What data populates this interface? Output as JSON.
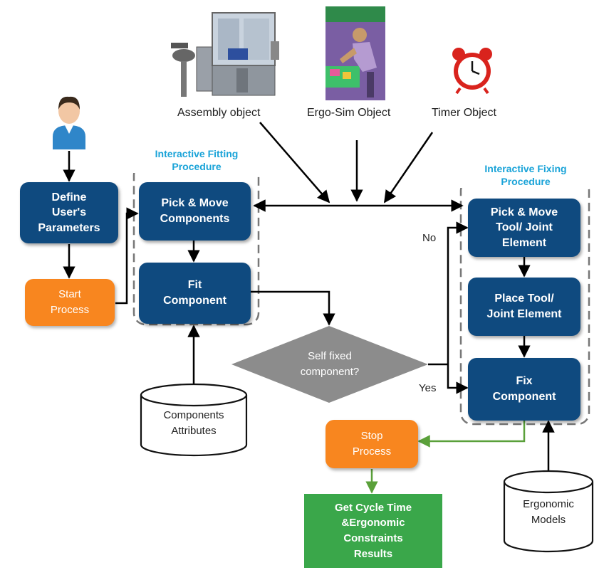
{
  "colors": {
    "process_box": "#0f4a7f",
    "start_stop": "#f8861f",
    "result": "#3aa74a",
    "decision": "#8c8c8c",
    "group_title": "#19a3d8",
    "output_arrow": "#5aa03a"
  },
  "objects": {
    "assembly": {
      "label": "Assembly object",
      "icon": "assembly-machine-icon"
    },
    "ergo_sim": {
      "label": "Ergo-Sim Object",
      "icon": "ergonomic-simulation-icon"
    },
    "timer": {
      "label": "Timer Object",
      "icon": "alarm-clock-icon"
    }
  },
  "user_icon": "user-icon",
  "nodes": {
    "define": "Define\nUser's\nParameters",
    "start": "Start\nProcess",
    "pick_move": "Pick & Move\nComponents",
    "fit": "Fit\nComponent",
    "decision": "Self fixed\ncomponent?",
    "pick_tool": "Pick & Move\nTool/ Joint\nElement",
    "place_tool": "Place Tool/\nJoint Element",
    "fix": "Fix\nComponent",
    "stop": "Stop\nProcess",
    "results": "Get Cycle Time\n&Ergonomic\nConstraints\nResults"
  },
  "databases": {
    "components": "Components\nAttributes",
    "ergonomic": "Ergonomic\nModels"
  },
  "groups": {
    "fitting": "Interactive Fitting\nProcedure",
    "fixing": "Interactive Fixing\nProcedure"
  },
  "edge_labels": {
    "no": "No",
    "yes": "Yes"
  }
}
